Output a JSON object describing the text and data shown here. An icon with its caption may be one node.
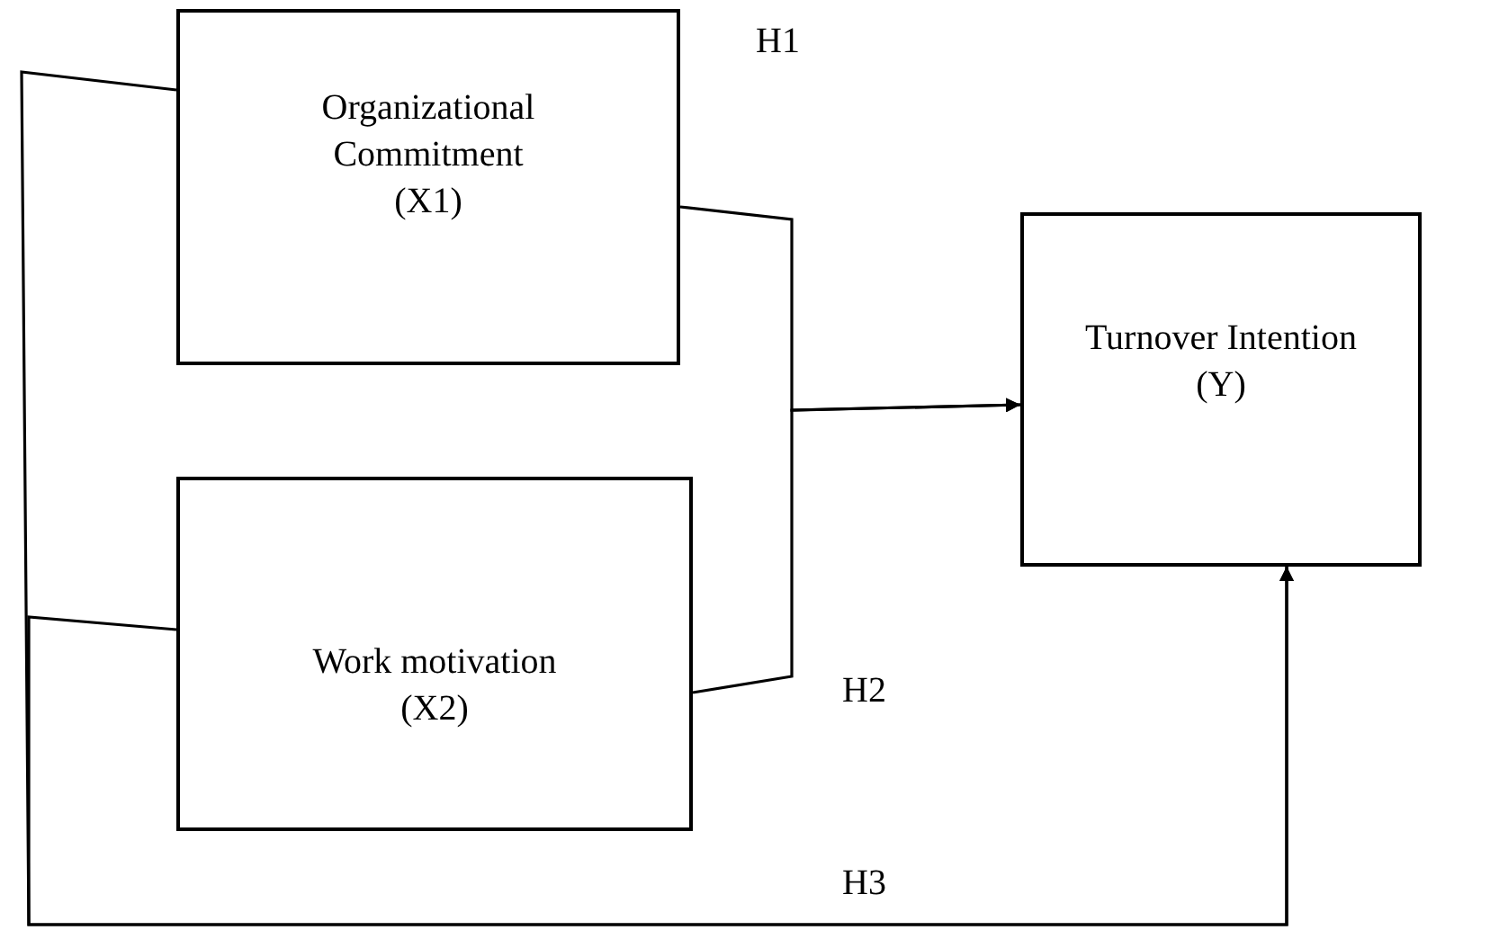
{
  "diagram": {
    "nodes": [
      {
        "text": [
          "Organizational Commitment",
          "(X1)"
        ]
      },
      {
        "text": [
          "Work motivation",
          "(X2)"
        ]
      },
      {
        "text": [
          "Turnover Intention",
          "(Y)"
        ]
      }
    ],
    "edges": [
      {
        "from": 0,
        "to": 2,
        "arrow": "to",
        "label": "H1"
      },
      {
        "from": 1,
        "to": 2,
        "arrow": "to",
        "label": "H2"
      },
      {
        "from": 0,
        "to": 2,
        "arrow": "to",
        "label": "H3"
      },
      {
        "from": 1,
        "to": 2,
        "arrow": "to"
      }
    ]
  }
}
